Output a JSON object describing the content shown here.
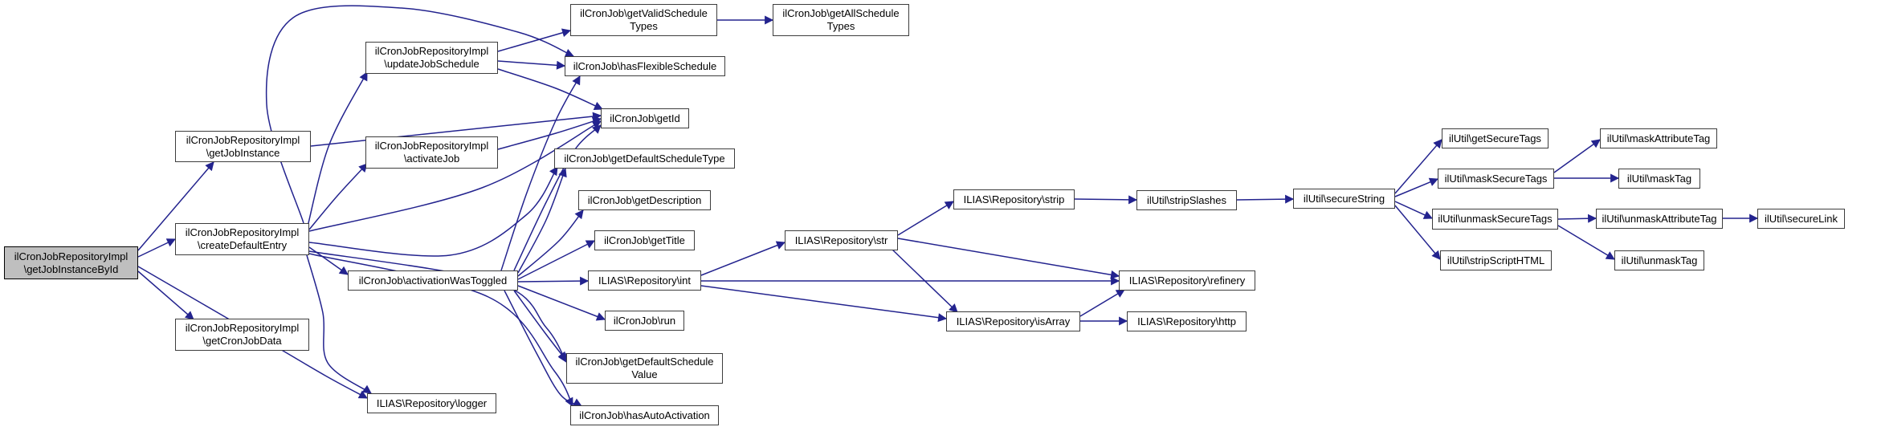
{
  "diagram": {
    "background": "#ffffff",
    "edge_color": "#23238E",
    "node_fill": "#ffffff",
    "node_border_color": "#3d3d3d",
    "root_fill": "#bfbfbf",
    "root_node": "ilCronJobRepositoryImpl\\getJobInstanceById"
  },
  "nodes": [
    {
      "id": "getJobInstanceById",
      "role": "root",
      "lines": [
        "ilCronJobRepositoryImpl",
        "\\getJobInstanceById"
      ]
    },
    {
      "id": "getJobInstance",
      "role": "node",
      "lines": [
        "ilCronJobRepositoryImpl",
        "\\getJobInstance"
      ]
    },
    {
      "id": "createDefaultEntry",
      "role": "node",
      "lines": [
        "ilCronJobRepositoryImpl",
        "\\createDefaultEntry"
      ]
    },
    {
      "id": "getCronJobData",
      "role": "node",
      "lines": [
        "ilCronJobRepositoryImpl",
        "\\getCronJobData"
      ]
    },
    {
      "id": "updateJobSchedule",
      "role": "node",
      "lines": [
        "ilCronJobRepositoryImpl",
        "\\updateJobSchedule"
      ]
    },
    {
      "id": "activateJob",
      "role": "node",
      "lines": [
        "ilCronJobRepositoryImpl",
        "\\activateJob"
      ]
    },
    {
      "id": "activationWasToggled",
      "role": "node",
      "lines": [
        "ilCronJob\\activationWasToggled"
      ]
    },
    {
      "id": "logger",
      "role": "node",
      "lines": [
        "ILIAS\\Repository\\logger"
      ]
    },
    {
      "id": "getValidScheduleTypes",
      "role": "node",
      "lines": [
        "ilCronJob\\getValidSchedule",
        "Types"
      ]
    },
    {
      "id": "getAllScheduleTypes",
      "role": "node",
      "lines": [
        "ilCronJob\\getAllSchedule",
        "Types"
      ]
    },
    {
      "id": "hasFlexibleSchedule",
      "role": "node",
      "lines": [
        "ilCronJob\\hasFlexibleSchedule"
      ]
    },
    {
      "id": "getId",
      "role": "node",
      "lines": [
        "ilCronJob\\getId"
      ]
    },
    {
      "id": "getDefaultScheduleType",
      "role": "node",
      "lines": [
        "ilCronJob\\getDefaultScheduleType"
      ]
    },
    {
      "id": "getDescription",
      "role": "node",
      "lines": [
        "ilCronJob\\getDescription"
      ]
    },
    {
      "id": "getTitle",
      "role": "node",
      "lines": [
        "ilCronJob\\getTitle"
      ]
    },
    {
      "id": "int",
      "role": "node",
      "lines": [
        "ILIAS\\Repository\\int"
      ]
    },
    {
      "id": "run",
      "role": "node",
      "lines": [
        "ilCronJob\\run"
      ]
    },
    {
      "id": "getDefaultScheduleValue",
      "role": "node",
      "lines": [
        "ilCronJob\\getDefaultSchedule",
        "Value"
      ]
    },
    {
      "id": "hasAutoActivation",
      "role": "node",
      "lines": [
        "ilCronJob\\hasAutoActivation"
      ]
    },
    {
      "id": "str",
      "role": "node",
      "lines": [
        "ILIAS\\Repository\\str"
      ]
    },
    {
      "id": "strip",
      "role": "node",
      "lines": [
        "ILIAS\\Repository\\strip"
      ]
    },
    {
      "id": "isArray",
      "role": "node",
      "lines": [
        "ILIAS\\Repository\\isArray"
      ]
    },
    {
      "id": "refinery",
      "role": "node",
      "lines": [
        "ILIAS\\Repository\\refinery"
      ]
    },
    {
      "id": "http",
      "role": "node",
      "lines": [
        "ILIAS\\Repository\\http"
      ]
    },
    {
      "id": "stripSlashes",
      "role": "node",
      "lines": [
        "ilUtil\\stripSlashes"
      ]
    },
    {
      "id": "secureString",
      "role": "node",
      "lines": [
        "ilUtil\\secureString"
      ]
    },
    {
      "id": "getSecureTags",
      "role": "node",
      "lines": [
        "ilUtil\\getSecureTags"
      ]
    },
    {
      "id": "maskSecureTags",
      "role": "node",
      "lines": [
        "ilUtil\\maskSecureTags"
      ]
    },
    {
      "id": "unmaskSecureTags",
      "role": "node",
      "lines": [
        "ilUtil\\unmaskSecureTags"
      ]
    },
    {
      "id": "stripScriptHTML",
      "role": "node",
      "lines": [
        "ilUtil\\stripScriptHTML"
      ]
    },
    {
      "id": "maskAttributeTag",
      "role": "node",
      "lines": [
        "ilUtil\\maskAttributeTag"
      ]
    },
    {
      "id": "maskTag",
      "role": "node",
      "lines": [
        "ilUtil\\maskTag"
      ]
    },
    {
      "id": "unmaskAttributeTag",
      "role": "node",
      "lines": [
        "ilUtil\\unmaskAttributeTag"
      ]
    },
    {
      "id": "unmaskTag",
      "role": "node",
      "lines": [
        "ilUtil\\unmaskTag"
      ]
    },
    {
      "id": "secureLink",
      "role": "node",
      "lines": [
        "ilUtil\\secureLink"
      ]
    }
  ],
  "edges": [
    {
      "from": "getJobInstanceById",
      "to": "getJobInstance"
    },
    {
      "from": "getJobInstanceById",
      "to": "createDefaultEntry"
    },
    {
      "from": "getJobInstanceById",
      "to": "getCronJobData"
    },
    {
      "from": "getJobInstanceById",
      "to": "logger"
    },
    {
      "from": "getJobInstance",
      "to": "getId"
    },
    {
      "from": "createDefaultEntry",
      "to": "updateJobSchedule"
    },
    {
      "from": "createDefaultEntry",
      "to": "hasFlexibleSchedule"
    },
    {
      "from": "createDefaultEntry",
      "to": "getId"
    },
    {
      "from": "createDefaultEntry",
      "to": "activateJob"
    },
    {
      "from": "createDefaultEntry",
      "to": "activationWasToggled"
    },
    {
      "from": "createDefaultEntry",
      "to": "getDefaultScheduleType"
    },
    {
      "from": "createDefaultEntry",
      "to": "getDefaultScheduleValue"
    },
    {
      "from": "createDefaultEntry",
      "to": "hasAutoActivation"
    },
    {
      "from": "createDefaultEntry",
      "to": "logger"
    },
    {
      "from": "updateJobSchedule",
      "to": "getValidScheduleTypes"
    },
    {
      "from": "updateJobSchedule",
      "to": "hasFlexibleSchedule"
    },
    {
      "from": "updateJobSchedule",
      "to": "getId"
    },
    {
      "from": "getValidScheduleTypes",
      "to": "getAllScheduleTypes"
    },
    {
      "from": "activateJob",
      "to": "getId"
    },
    {
      "from": "activationWasToggled",
      "to": "getId"
    },
    {
      "from": "activationWasToggled",
      "to": "hasFlexibleSchedule"
    },
    {
      "from": "activationWasToggled",
      "to": "getDefaultScheduleType"
    },
    {
      "from": "activationWasToggled",
      "to": "getDescription"
    },
    {
      "from": "activationWasToggled",
      "to": "getTitle"
    },
    {
      "from": "activationWasToggled",
      "to": "int"
    },
    {
      "from": "activationWasToggled",
      "to": "run"
    },
    {
      "from": "activationWasToggled",
      "to": "getDefaultScheduleValue"
    },
    {
      "from": "activationWasToggled",
      "to": "hasAutoActivation"
    },
    {
      "from": "int",
      "to": "str"
    },
    {
      "from": "int",
      "to": "refinery"
    },
    {
      "from": "int",
      "to": "isArray"
    },
    {
      "from": "str",
      "to": "strip"
    },
    {
      "from": "str",
      "to": "refinery"
    },
    {
      "from": "str",
      "to": "isArray"
    },
    {
      "from": "isArray",
      "to": "refinery"
    },
    {
      "from": "isArray",
      "to": "http"
    },
    {
      "from": "strip",
      "to": "stripSlashes"
    },
    {
      "from": "stripSlashes",
      "to": "secureString"
    },
    {
      "from": "secureString",
      "to": "getSecureTags"
    },
    {
      "from": "secureString",
      "to": "maskSecureTags"
    },
    {
      "from": "secureString",
      "to": "unmaskSecureTags"
    },
    {
      "from": "secureString",
      "to": "stripScriptHTML"
    },
    {
      "from": "maskSecureTags",
      "to": "maskAttributeTag"
    },
    {
      "from": "maskSecureTags",
      "to": "maskTag"
    },
    {
      "from": "unmaskSecureTags",
      "to": "unmaskAttributeTag"
    },
    {
      "from": "unmaskSecureTags",
      "to": "unmaskTag"
    },
    {
      "from": "unmaskAttributeTag",
      "to": "secureLink"
    }
  ]
}
